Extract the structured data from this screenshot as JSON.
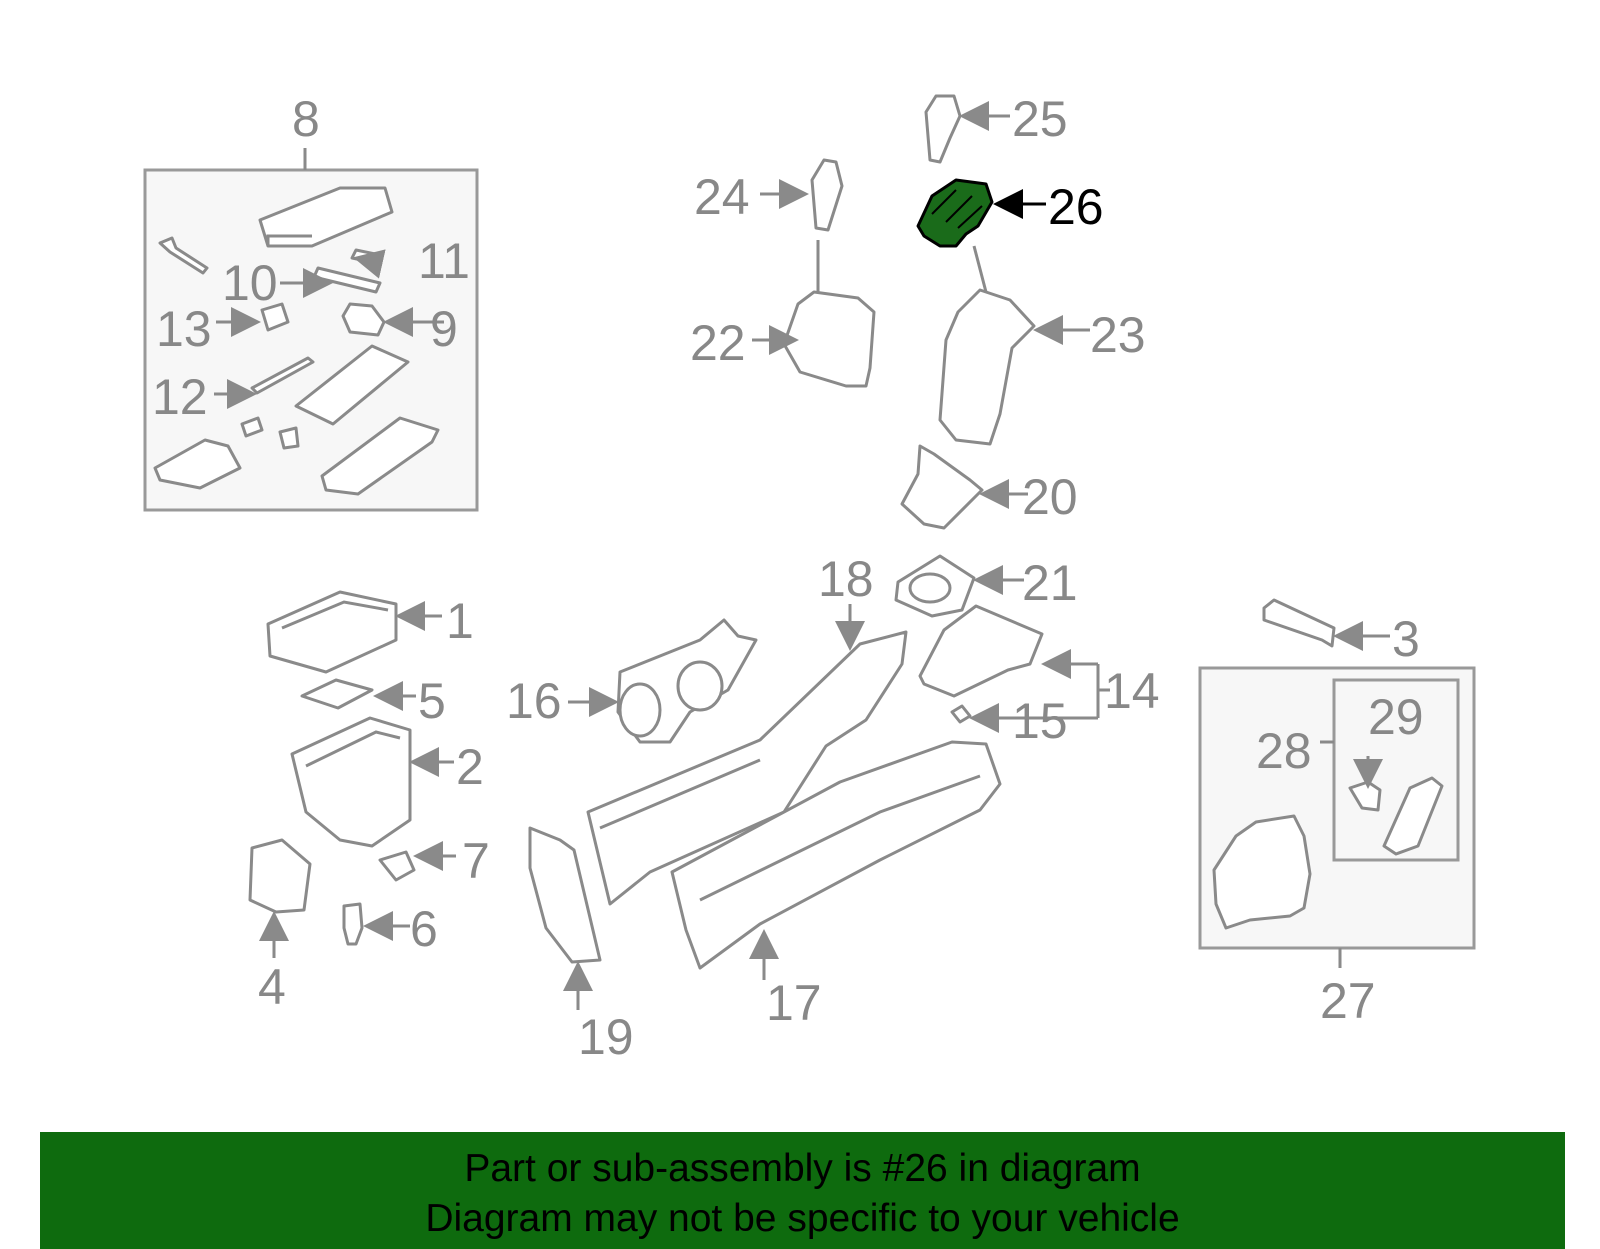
{
  "highlight": {
    "number": "26",
    "color": "#1a6b1a"
  },
  "callouts": {
    "c1": "1",
    "c2": "2",
    "c3": "3",
    "c4": "4",
    "c5": "5",
    "c6": "6",
    "c7": "7",
    "c8": "8",
    "c9": "9",
    "c10": "10",
    "c11": "11",
    "c12": "12",
    "c13": "13",
    "c14": "14",
    "c15": "15",
    "c16": "16",
    "c17": "17",
    "c18": "18",
    "c19": "19",
    "c20": "20",
    "c21": "21",
    "c22": "22",
    "c23": "23",
    "c24": "24",
    "c25": "25",
    "c26": "26",
    "c27": "27",
    "c28": "28",
    "c29": "29"
  },
  "banner": {
    "line1": "Part or sub-assembly is #26 in diagram",
    "line2": "Diagram may not be specific to your vehicle",
    "color": "#0e6b0e"
  }
}
